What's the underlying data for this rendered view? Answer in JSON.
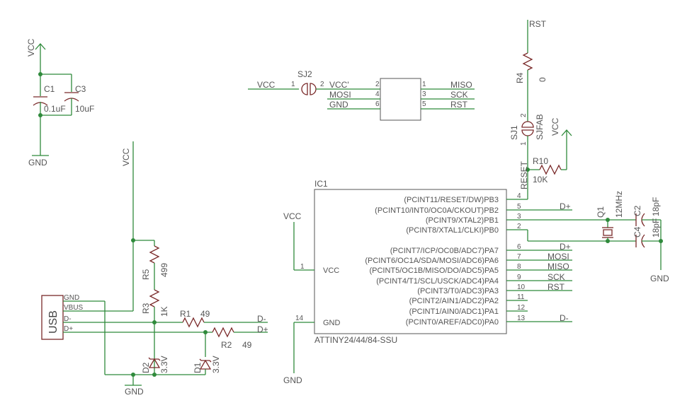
{
  "power": {
    "vcc": "VCC",
    "gnd": "GND",
    "rst": "RST",
    "vcc_prime": "VCC'"
  },
  "signals": {
    "d_plus": "D+",
    "d_minus": "D-",
    "miso": "MISO",
    "mosi": "MOSI",
    "sck": "SCK",
    "rst": "RST"
  },
  "caps": {
    "c1": {
      "name": "C1",
      "value": "0.1uF"
    },
    "c3": {
      "name": "C3",
      "value": "10uF"
    },
    "c2": {
      "name": "C2",
      "value": "18pF"
    },
    "c4": {
      "name": "C4",
      "value": "18pF"
    }
  },
  "resistors": {
    "r1": {
      "name": "R1",
      "value": "49"
    },
    "r2": {
      "name": "R2",
      "value": "49"
    },
    "r3": {
      "name": "R3",
      "value": "1K"
    },
    "r4": {
      "name": "R4",
      "value": "0"
    },
    "r5": {
      "name": "R5",
      "value": "499"
    },
    "r10": {
      "name": "R10",
      "value": "10K"
    }
  },
  "diodes": {
    "d1": {
      "name": "D1",
      "value": "3.3V"
    },
    "d2": {
      "name": "D2",
      "value": "3.3V"
    }
  },
  "jumpers": {
    "sj1": {
      "name": "SJ1",
      "value": "SJFAB",
      "pins": [
        "1",
        "2"
      ]
    },
    "sj2": {
      "name": "SJ2",
      "pins": [
        "1",
        "2"
      ]
    }
  },
  "crystal": {
    "name": "Q1",
    "value": "12MHz"
  },
  "usb": {
    "label": "USB",
    "pins": [
      "GND",
      "VBUS",
      "D-",
      "D+"
    ]
  },
  "isp_header": {
    "left_labels": [
      "VCC'",
      "MOSI",
      "GND"
    ],
    "left_pins": [
      "2",
      "4",
      "6"
    ],
    "right_pins": [
      "1",
      "3",
      "5"
    ],
    "right_labels": [
      "MISO",
      "SCK",
      "RST"
    ]
  },
  "ic1": {
    "name": "IC1",
    "part": "ATTINY24/44/84-SSU",
    "left_pins": [
      {
        "num": "1",
        "name": "VCC"
      },
      {
        "num": "14",
        "name": "GND"
      }
    ],
    "right_pins": [
      {
        "num": "4",
        "name": "(PCINT11/RESET/DW)PB3"
      },
      {
        "num": "5",
        "name": "(PCINT10/INT0/OC0A/CKOUT)PB2"
      },
      {
        "num": "3",
        "name": "(PCINT9/XTAL2)PB1"
      },
      {
        "num": "2",
        "name": "(PCINT8/XTAL1/CLKI)PB0"
      },
      {
        "num": "6",
        "name": "(PCINT7/ICP/OC0B/ADC7)PA7"
      },
      {
        "num": "7",
        "name": "(PCINT6/OC1A/SDA/MOSI/ADC6)PA6"
      },
      {
        "num": "8",
        "name": "(PCINT5/OC1B/MISO/DO/ADC5)PA5"
      },
      {
        "num": "9",
        "name": "(PCINT4/T1/SCL/USCK/ADC4)PA4"
      },
      {
        "num": "10",
        "name": "(PCINT3/T0/ADC3)PA3"
      },
      {
        "num": "11",
        "name": "(PCINT2/AIN1/ADC2)PA2"
      },
      {
        "num": "12",
        "name": "(PCINT1/AIN0/ADC1)PA1"
      },
      {
        "num": "13",
        "name": "(PCINT0/AREF/ADC0)PA0"
      }
    ],
    "reset_label": "RESET"
  }
}
